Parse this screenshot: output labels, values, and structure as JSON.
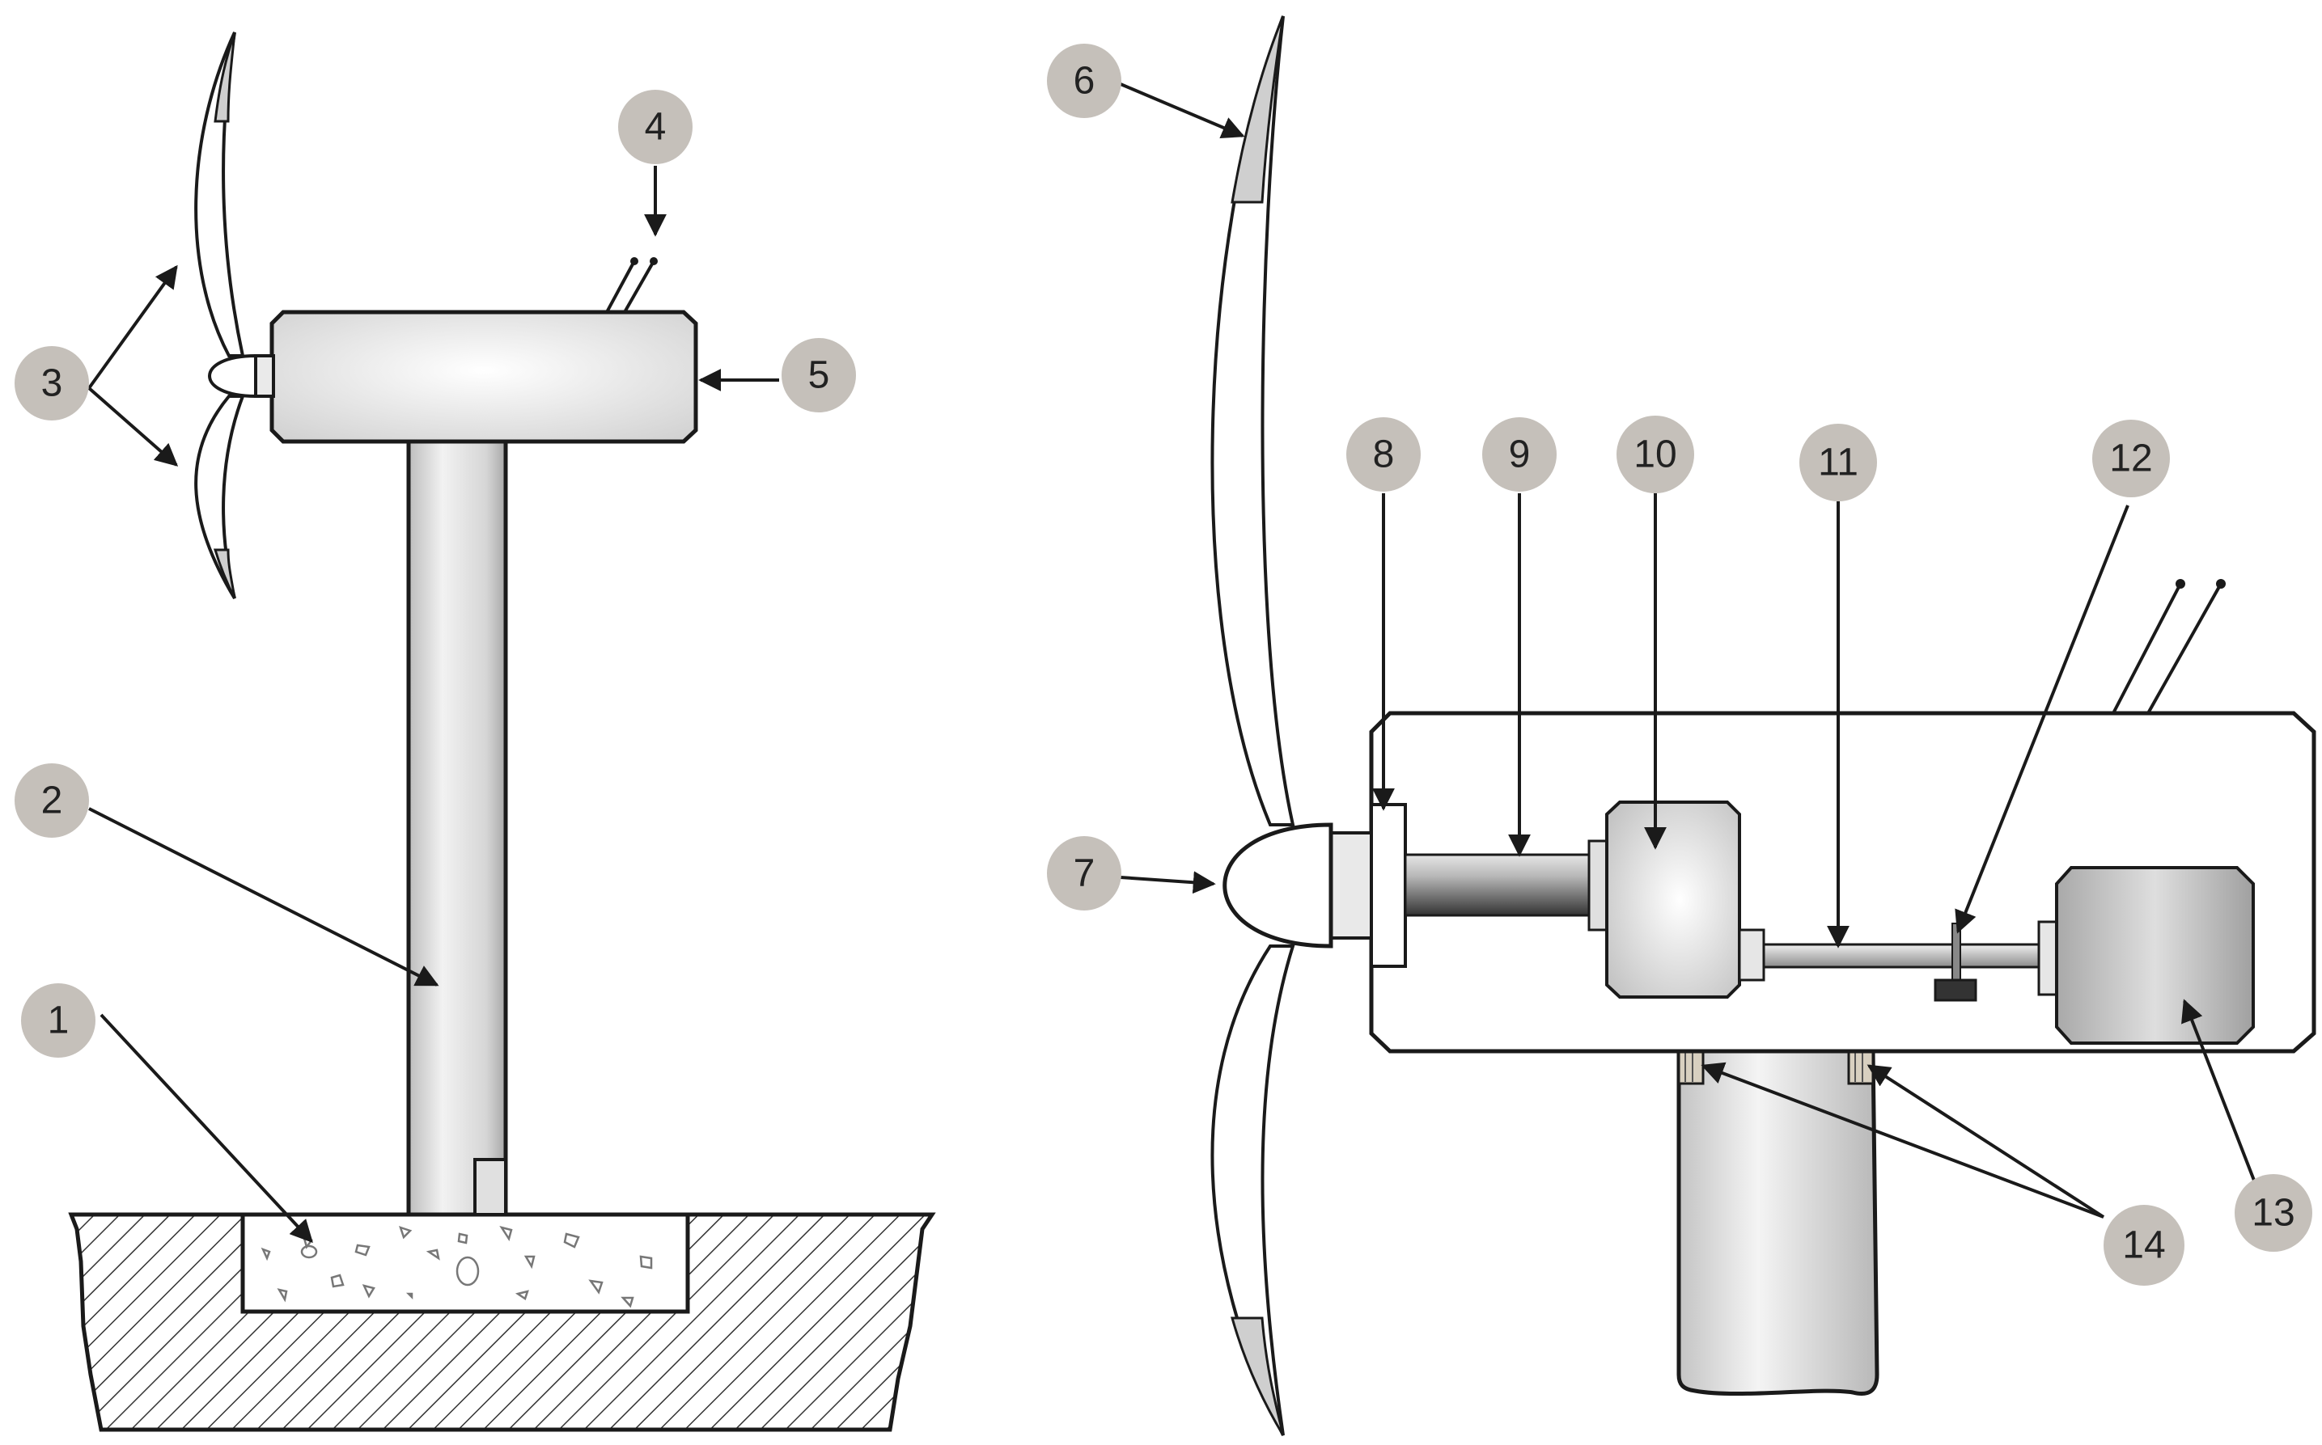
{
  "diagram": {
    "callouts": [
      {
        "id": "1",
        "label": "1"
      },
      {
        "id": "2",
        "label": "2"
      },
      {
        "id": "3",
        "label": "3"
      },
      {
        "id": "4",
        "label": "4"
      },
      {
        "id": "5",
        "label": "5"
      },
      {
        "id": "6",
        "label": "6"
      },
      {
        "id": "7",
        "label": "7"
      },
      {
        "id": "8",
        "label": "8"
      },
      {
        "id": "9",
        "label": "9"
      },
      {
        "id": "10",
        "label": "10"
      },
      {
        "id": "11",
        "label": "11"
      },
      {
        "id": "12",
        "label": "12"
      },
      {
        "id": "13",
        "label": "13"
      },
      {
        "id": "14",
        "label": "14"
      }
    ],
    "colors": {
      "callout_fill": "#c5c0ba",
      "outline": "#1a1a1a",
      "component_gray": "#c8c8c8",
      "blade_tip": "#cfcfcf"
    }
  }
}
